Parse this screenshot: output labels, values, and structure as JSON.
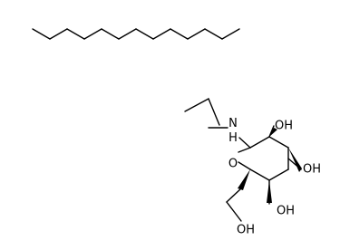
{
  "molecule": {
    "atoms": {
      "nh": "N\nH",
      "ring_o": "O",
      "oh_c2": "OH",
      "oh_c3": "OH",
      "oh_c4": "OH",
      "oh_ch2": "OH"
    }
  }
}
